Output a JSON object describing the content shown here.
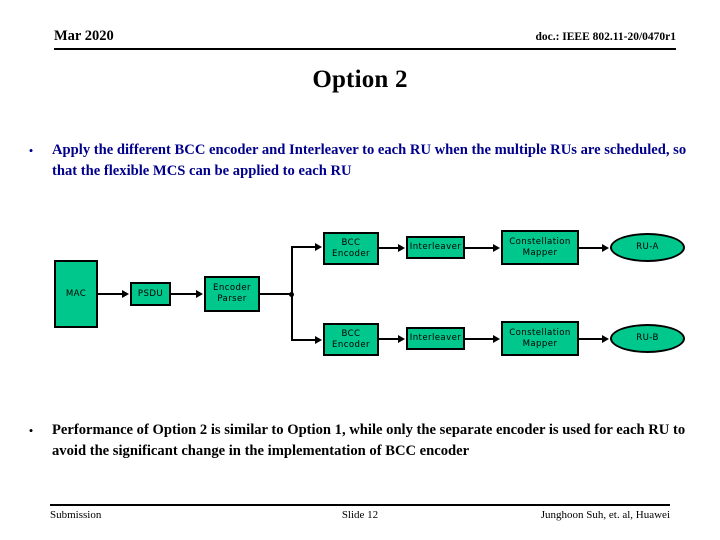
{
  "header": {
    "date": "Mar 2020",
    "doc_ref": "doc.: IEEE 802.11-20/0470r1"
  },
  "title": "Option 2",
  "bullets": [
    {
      "marker": "•",
      "text": "Apply the different BCC encoder and Interleaver to each RU when the multiple RUs are scheduled, so that the flexible MCS can be applied to each RU",
      "color": "#00008C"
    },
    {
      "marker": "•",
      "text": "Performance of Option 2 is similar to Option 1, while only the separate encoder is used for each RU to avoid the significant change in the implementation of BCC encoder",
      "color": "#000000"
    }
  ],
  "diagram": {
    "fill_color": "#00C78C",
    "stroke_color": "#000000",
    "nodes": {
      "mac": "MAC",
      "psdu": "PSDU",
      "encoder_parser": "Encoder\nParser",
      "bcc_encoder_a": "BCC\nEncoder",
      "bcc_encoder_b": "BCC\nEncoder",
      "interleaver_a": "Interleaver",
      "interleaver_b": "Interleaver",
      "constellation_mapper_a": "Constellation\nMapper",
      "constellation_mapper_b": "Constellation\nMapper",
      "ru_a": "RU-A",
      "ru_b": "RU-B"
    }
  },
  "footer": {
    "left": "Submission",
    "middle": "Slide 12",
    "right": "Junghoon Suh, et. al, Huawei"
  }
}
